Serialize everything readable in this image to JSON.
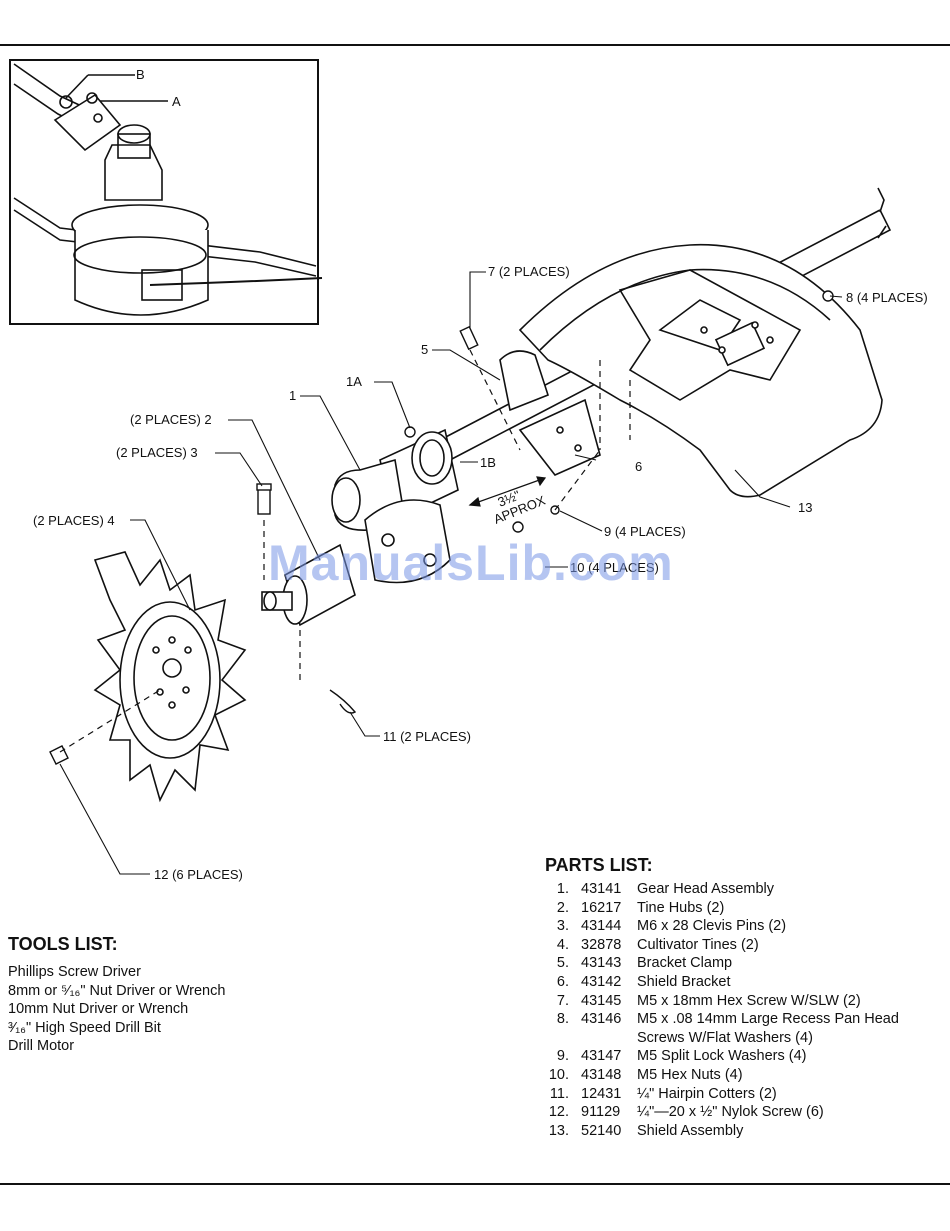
{
  "diagram": {
    "inset_labels": {
      "b": "B",
      "a": "A"
    },
    "callouts": {
      "c1": "1",
      "c1a": "1A",
      "c1b": "1B",
      "c2": "(2 PLACES)  2",
      "c3": "(2 PLACES)  3",
      "c4": "(2 PLACES)  4",
      "c5": "5",
      "c6": "6",
      "c7": "7  (2 PLACES)",
      "c8": "8  (4 PLACES)",
      "c9": "9  (4 PLACES)",
      "c10": "10  (4 PLACES)",
      "c11": "11  (2 PLACES)",
      "c12": "12  (6 PLACES)",
      "c13": "13"
    },
    "dimension": {
      "value": "3½\"",
      "approx": "APPROX"
    }
  },
  "watermark": "ManualsLib.com",
  "tools": {
    "title": "TOOLS LIST:",
    "items": [
      "Phillips Screw Driver",
      "8mm or ⁵⁄₁₆\" Nut Driver or Wrench",
      "10mm Nut Driver or Wrench",
      "³⁄₁₆\" High Speed Drill Bit",
      "Drill Motor"
    ]
  },
  "parts": {
    "title": "PARTS LIST:",
    "items": [
      {
        "n": "1.",
        "part": "43141",
        "desc": "Gear Head Assembly"
      },
      {
        "n": "2.",
        "part": "16217",
        "desc": "Tine Hubs (2)"
      },
      {
        "n": "3.",
        "part": "43144",
        "desc": "M6 x 28 Clevis Pins (2)"
      },
      {
        "n": "4.",
        "part": "32878",
        "desc": "Cultivator Tines (2)"
      },
      {
        "n": "5.",
        "part": "43143",
        "desc": "Bracket Clamp"
      },
      {
        "n": "6.",
        "part": "43142",
        "desc": "Shield Bracket"
      },
      {
        "n": "7.",
        "part": "43145",
        "desc": "M5 x 18mm Hex Screw W/SLW (2)"
      },
      {
        "n": "8.",
        "part": "43146",
        "desc": "M5 x .08 14mm Large Recess Pan Head"
      },
      {
        "n": "",
        "part": "",
        "desc": "Screws W/Flat Washers (4)"
      },
      {
        "n": "9.",
        "part": "43147",
        "desc": "M5 Split Lock Washers (4)"
      },
      {
        "n": "10.",
        "part": "43148",
        "desc": "M5 Hex Nuts (4)"
      },
      {
        "n": "11.",
        "part": "12431",
        "desc": "¼\" Hairpin Cotters (2)"
      },
      {
        "n": "12.",
        "part": "91129",
        "desc": "¼\"—20 x ½\" Nylok Screw (6)"
      },
      {
        "n": "13.",
        "part": "52140",
        "desc": "Shield Assembly"
      }
    ]
  }
}
